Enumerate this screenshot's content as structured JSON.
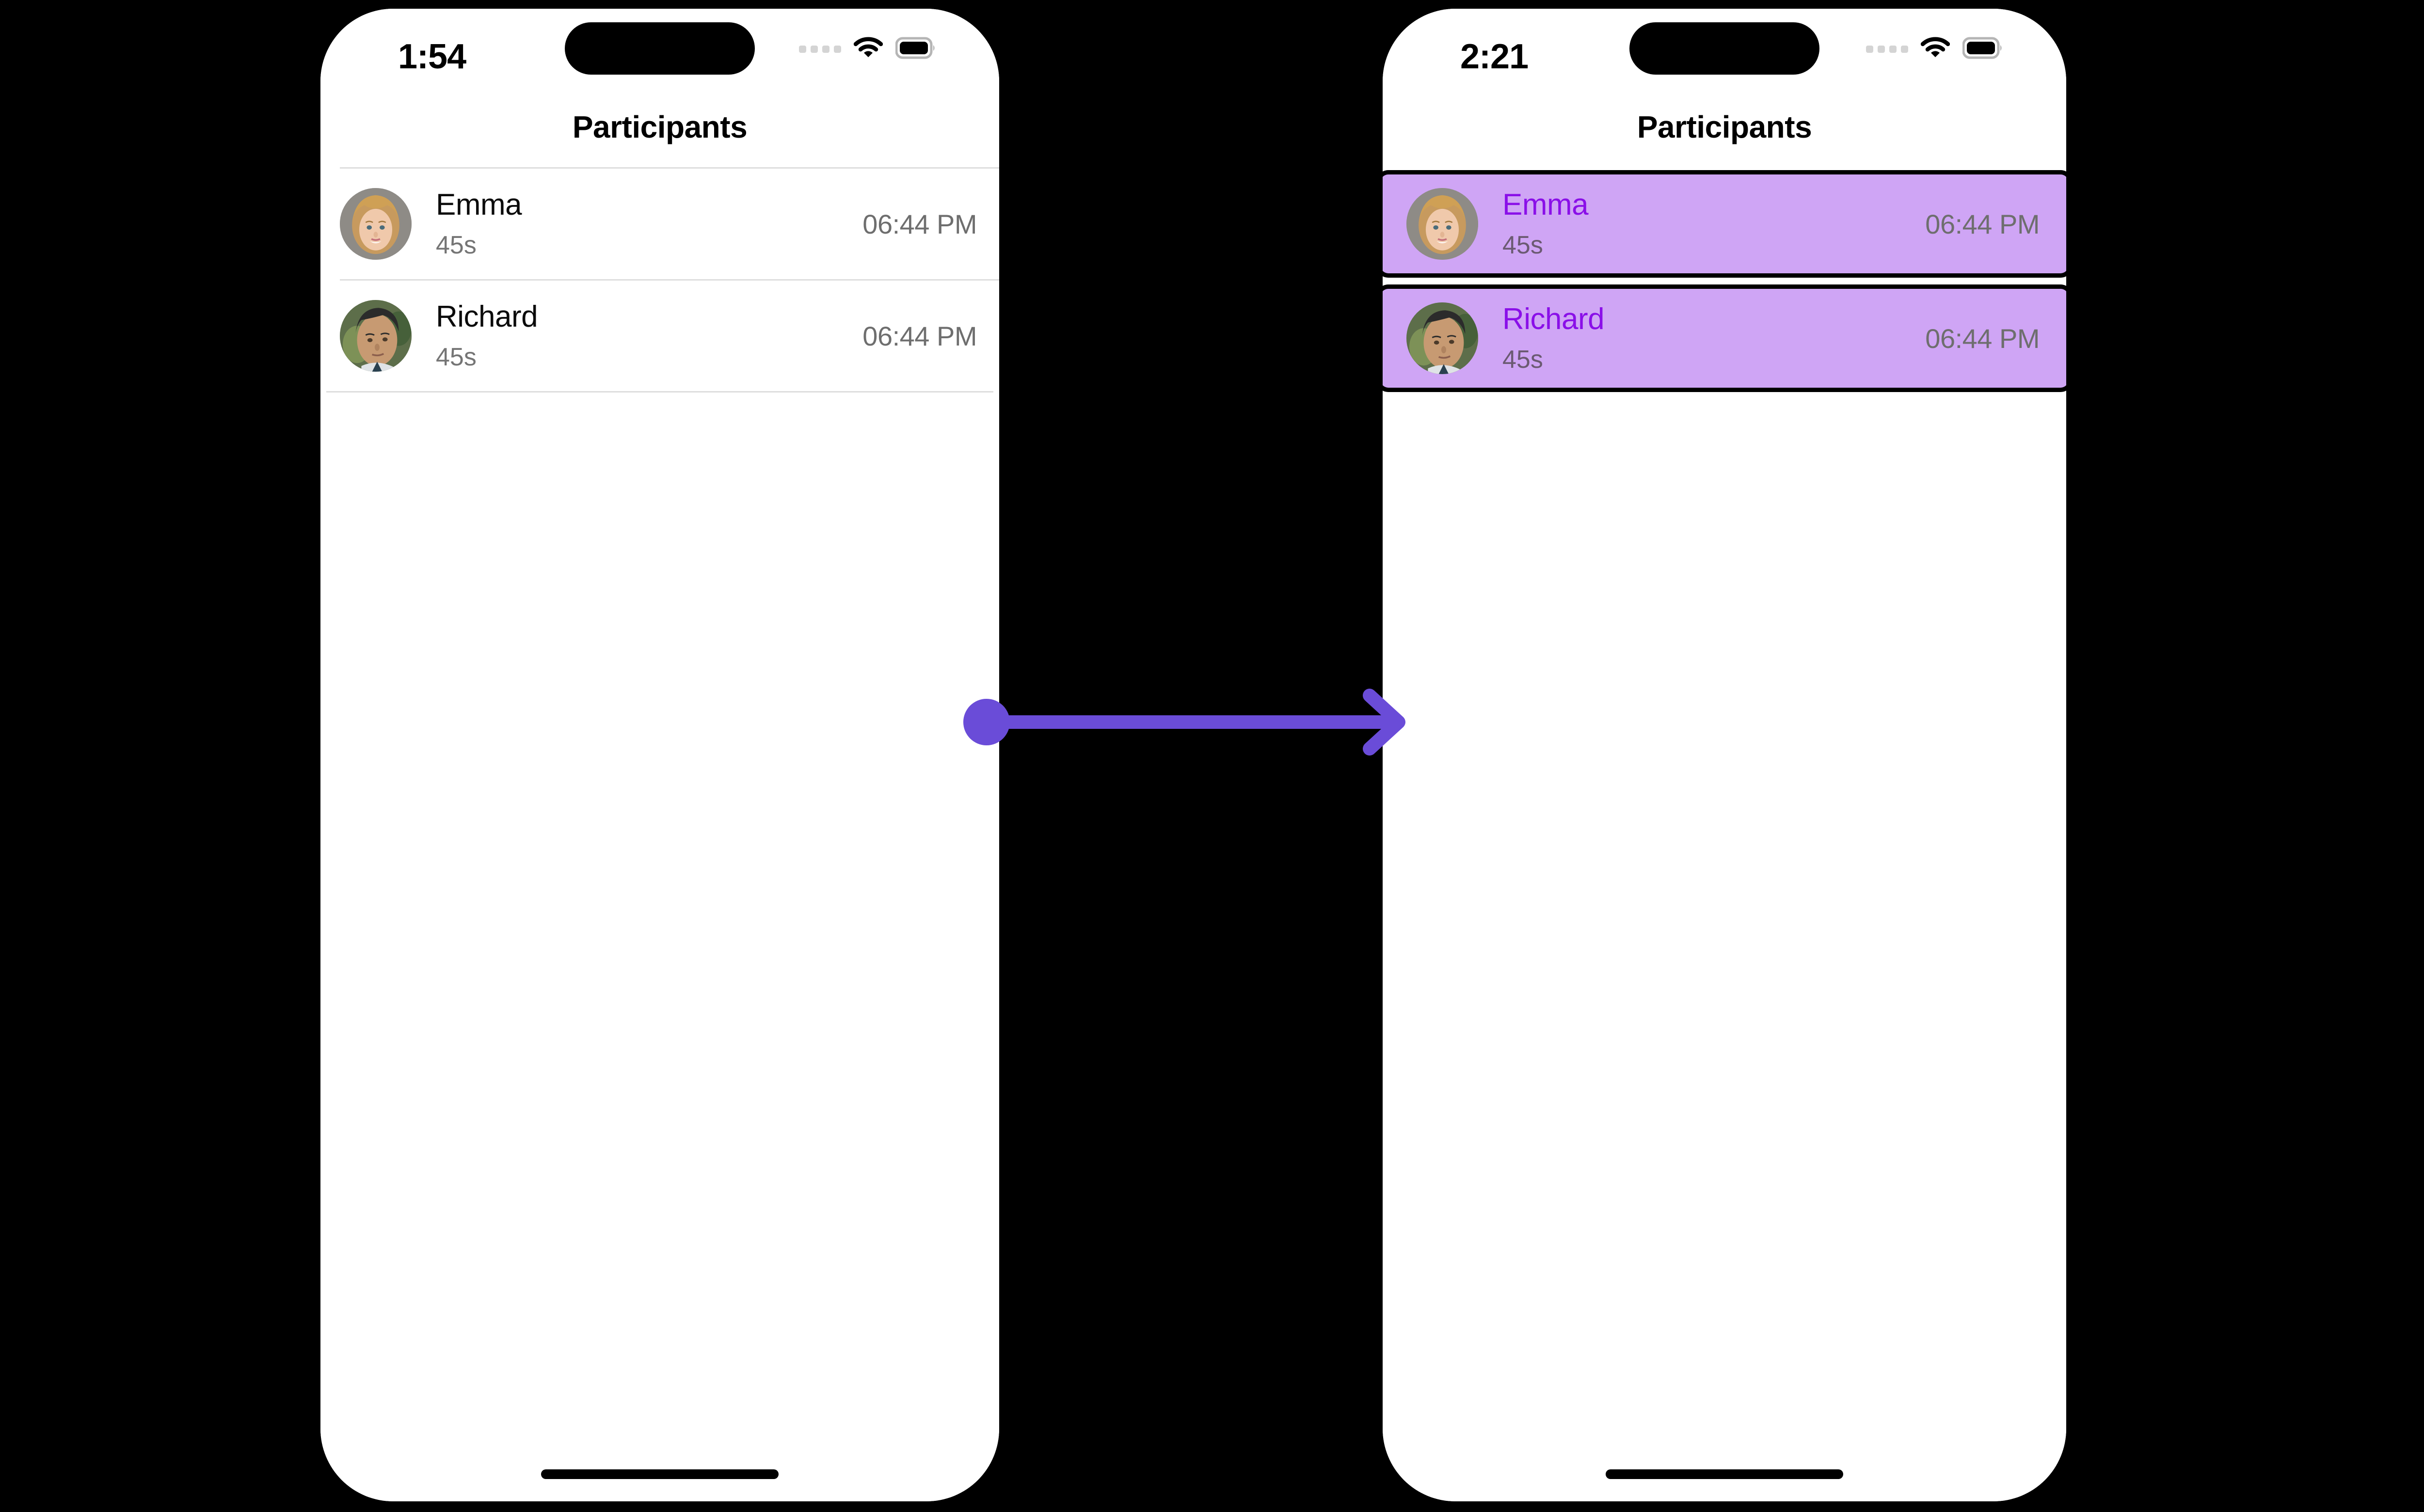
{
  "annotation": {
    "type": "action-arrow",
    "direction": "left-to-right",
    "accent_color": "#6a4cd8",
    "start_marker": "dot",
    "end_marker": "arrowhead"
  },
  "colors": {
    "background": "#000000",
    "screen": "#ffffff",
    "divider": "#dedede",
    "highlight_bg": "#cfa5f5",
    "highlight_name": "#8a0fe8",
    "highlight_outline": "#000000",
    "name_text": "#0b0b0b",
    "subtitle_text": "#757575",
    "time_text": "#6e6e6e",
    "accent": "#6a4cd8"
  },
  "screens": [
    {
      "id": "before",
      "status_bar": {
        "time": "1:54",
        "cellular_icon": "cellular-dots-icon",
        "wifi_icon": "wifi-icon",
        "battery_icon": "battery-full-icon"
      },
      "nav": {
        "title": "Participants"
      },
      "list": {
        "highlighted": false,
        "rows": [
          {
            "name": "Emma",
            "subtitle": "45s",
            "time": "06:44 PM",
            "avatar": "avatar-emma"
          },
          {
            "name": "Richard",
            "subtitle": "45s",
            "time": "06:44 PM",
            "avatar": "avatar-richard"
          }
        ]
      },
      "home_indicator": "home-indicator"
    },
    {
      "id": "after",
      "status_bar": {
        "time": "2:21",
        "cellular_icon": "cellular-dots-icon",
        "wifi_icon": "wifi-icon",
        "battery_icon": "battery-full-icon"
      },
      "nav": {
        "title": "Participants"
      },
      "list": {
        "highlighted": true,
        "rows": [
          {
            "name": "Emma",
            "subtitle": "45s",
            "time": "06:44 PM",
            "avatar": "avatar-emma"
          },
          {
            "name": "Richard",
            "subtitle": "45s",
            "time": "06:44 PM",
            "avatar": "avatar-richard"
          }
        ]
      },
      "home_indicator": "home-indicator"
    }
  ]
}
